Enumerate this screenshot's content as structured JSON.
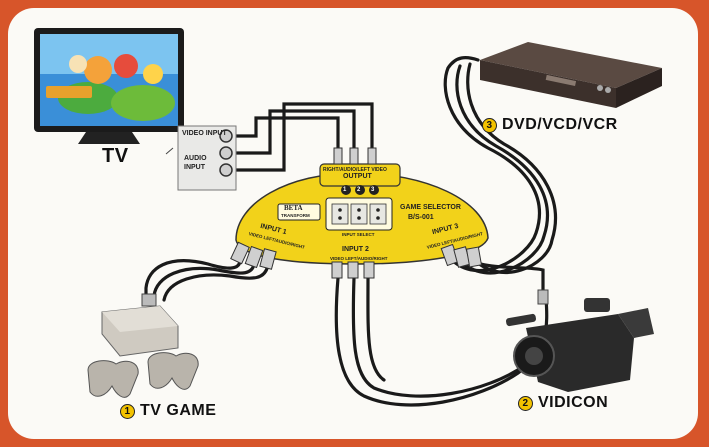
{
  "labels": {
    "tv": "TV",
    "dvd": {
      "num": "3",
      "text": "DVD/VCD/VCR"
    },
    "tvgame": {
      "num": "1",
      "text": "TV GAME"
    },
    "vidicon": {
      "num": "2",
      "text": "VIDICON"
    }
  },
  "selector": {
    "brand_top": "BETA",
    "brand_bottom": "TRANSFORM",
    "output_strip": "RIGHT/AUDIO/LEFT VIDEO",
    "output": "OUTPUT",
    "output_nums": [
      "1",
      "2",
      "3"
    ],
    "model_line1": "GAME SELECTOR",
    "model_line2": "B/S-001",
    "input_select": "INPUT SELECT",
    "input1": "INPUT",
    "input1_num": "1",
    "input1_strip": "VIDEO LEFT/AUDIO/RIGHT",
    "input2": "INPUT",
    "input2_num": "2",
    "input2_strip": "VIDEO LEFT/AUDIO/RIGHT",
    "input3": "INPUT",
    "input3_num": "3",
    "input3_strip": "VIDEO LEFT/AUDIO/RIGHT"
  },
  "tv_jacks": {
    "video": "VIDEO INPUT",
    "audio_1": "AUDIO",
    "audio_2": "INPUT"
  },
  "colors": {
    "frame": "#d7552a",
    "panel": "#fbfaf6",
    "selector": "#f2d21a",
    "badge": "#f2c200",
    "cable": "#1a1a1a"
  }
}
